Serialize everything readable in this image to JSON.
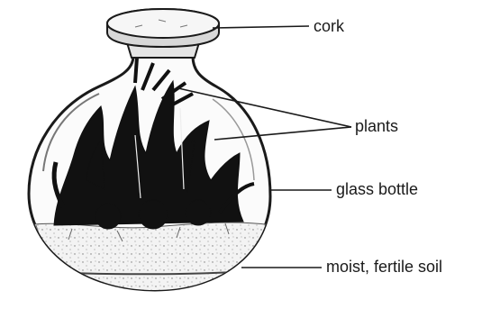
{
  "labels": {
    "cork": "cork",
    "plants": "plants",
    "glass_bottle": "glass bottle",
    "soil": "moist, fertile soil"
  }
}
